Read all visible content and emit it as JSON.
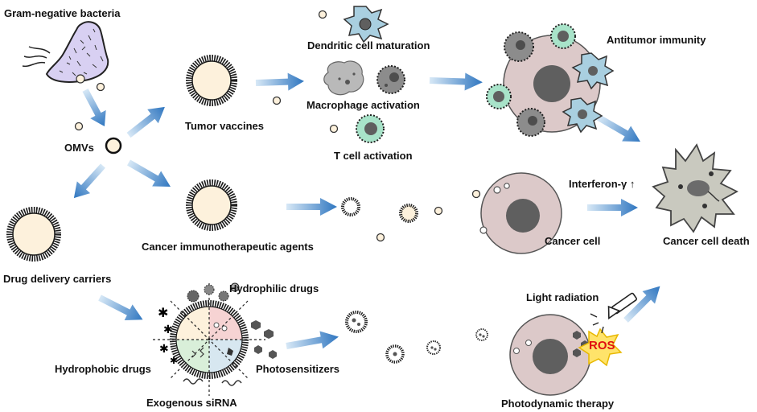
{
  "labels": {
    "gram_negative": "Gram-negative bacteria",
    "omvs": "OMVs",
    "tumor_vaccines": "Tumor vaccines",
    "dendritic": "Dendritic cell maturation",
    "macrophage": "Macrophage activation",
    "tcell": "T cell activation",
    "antitumor": "Antitumor immunity",
    "interferon": "Interferon-γ ↑",
    "cancer_cell": "Cancer cell",
    "cancer_death": "Cancer cell death",
    "immuno_agents": "Cancer immunotherapeutic agents",
    "drug_delivery": "Drug delivery carriers",
    "hydrophilic": "Hydrophilic drugs",
    "hydrophobic": "Hydrophobic drugs",
    "photosensitizers": "Photosensitizers",
    "sirna": "Exogenous siRNA",
    "light": "Light radiation",
    "ros": "ROS",
    "pdt": "Photodynamic therapy"
  },
  "colors": {
    "arrow_light": "#d7e8f6",
    "arrow_dark": "#2f76c0",
    "bacteria_fill": "#d8d0f2",
    "vesicle_core": "#fdf1dc",
    "cancer_cell": "#dcc9c9",
    "nucleus": "#5f5f5f",
    "dendritic": "#a9cfe0",
    "tcell": "#a8e3c9",
    "ros": "#e01010",
    "ros_star": "#ffe36a"
  }
}
